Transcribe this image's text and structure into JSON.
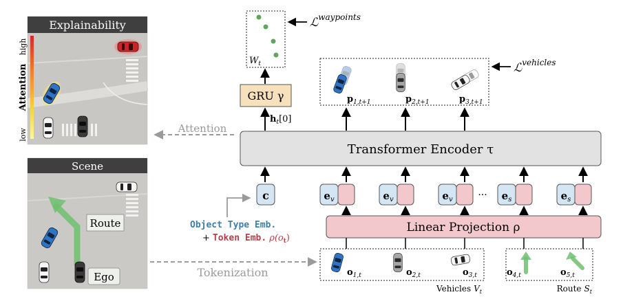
{
  "panels": {
    "explainability": {
      "title": "Explainability",
      "axis_title": "Attention",
      "axis_high": "high",
      "axis_low": "low",
      "attention_gradient": [
        "#d62728",
        "#f08030",
        "#f6d040",
        "#fff6a0"
      ]
    },
    "scene": {
      "title": "Scene",
      "route_label": "Route",
      "ego_label": "Ego"
    }
  },
  "arrows": {
    "attention_label": "Attention",
    "tokenization_label": "Tokenization"
  },
  "gru": {
    "label": "GRU γ",
    "hidden_state": "h",
    "hidden_state_sub": "t",
    "hidden_state_index": "[0]",
    "fill": "#f7e0bc"
  },
  "waypoints": {
    "label": "W",
    "label_sub": "t",
    "loss_symbol": "ℒ",
    "loss_sup": "waypoints"
  },
  "vehicles_out": {
    "loss_symbol": "ℒ",
    "loss_sup": "vehicles",
    "predictions": [
      {
        "symbol": "p",
        "sub": "1,t+1"
      },
      {
        "symbol": "p",
        "sub": "2,t+1"
      },
      {
        "symbol": "p",
        "sub": "3,t+1"
      }
    ]
  },
  "transformer": {
    "label": "Transformer Encoder τ",
    "fill": "#e2e2e2"
  },
  "tokens": {
    "class_token": "c",
    "ellipsis": "···",
    "embeddings": [
      {
        "symbol": "e",
        "sub": "v"
      },
      {
        "symbol": "e",
        "sub": "v"
      },
      {
        "symbol": "e",
        "sub": "v"
      },
      {
        "symbol": "e",
        "sub": "s"
      },
      {
        "symbol": "e",
        "sub": "s"
      }
    ],
    "embedding_fill": "#d4e6f4",
    "token_fill": "#f3c8cc"
  },
  "legend": {
    "object_type": "Object Type Emb.",
    "plus": "+",
    "token_emb": "Token Emb.",
    "token_fn": "ρ(o",
    "token_fn_sub": "t",
    "token_fn_close": ")",
    "object_color": "#3d7fa8",
    "token_color": "#b5404a"
  },
  "projection": {
    "label": "Linear Projection ρ",
    "fill": "#f3c8cc"
  },
  "inputs": {
    "vehicles_group": "Vehicles",
    "vehicles_sym": "V",
    "vehicles_sub": "t",
    "route_group": "Route",
    "route_sym": "S",
    "route_sub": "t",
    "objects": [
      {
        "symbol": "o",
        "sub": "1,t"
      },
      {
        "symbol": "o",
        "sub": "2,t"
      },
      {
        "symbol": "o",
        "sub": "3,t"
      },
      {
        "symbol": "o",
        "sub": "4,t"
      },
      {
        "symbol": "o",
        "sub": "5,t"
      }
    ]
  }
}
